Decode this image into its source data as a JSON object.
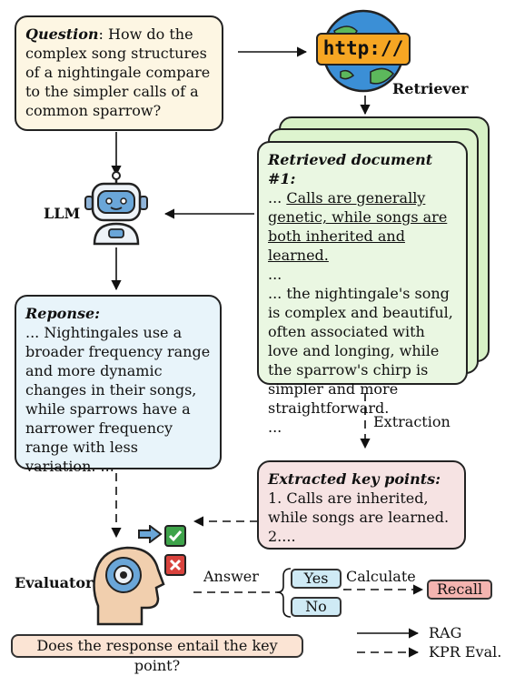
{
  "question": {
    "label": "Question",
    "text": ": How do the complex song structures of a nightingale compare to the simpler calls of a common sparrow?"
  },
  "retriever": {
    "icon_text": "http://",
    "label": "Retriever"
  },
  "retrieved_doc": {
    "heading": "Retrieved document #1:",
    "prefix": "... ",
    "underlined": "Calls are generally genetic, while songs are both inherited and learned.",
    "ellipsis": "...",
    "body": "... the nightingale's song is complex and beautiful, often associated with love and longing, while the sparrow's chirp is simpler and more straightforward.",
    "tail": "..."
  },
  "llm": {
    "label": "LLM"
  },
  "response": {
    "heading": "Reponse:",
    "text": "... Nightingales use a broader frequency range and more dynamic changes in their songs, while sparrows have a narrower frequency range with less variation. ..."
  },
  "extraction": {
    "label": "Extraction"
  },
  "key_points": {
    "heading": "Extracted key points:",
    "text": "1. Calls are inherited, while songs are learned.",
    "tail": "2...."
  },
  "evaluator": {
    "label": "Evaluator",
    "answer_label": "Answer",
    "yes": "Yes",
    "no": "No",
    "calculate_label": "Calculate",
    "recall": "Recall",
    "prompt": "Does the response entail the key point?"
  },
  "legend": {
    "rag": "RAG",
    "kpr": "KPR Eval."
  },
  "colors": {
    "question_bg": "#fdf6e3",
    "doc_bg": "#eaf7e2",
    "response_bg": "#e8f4fa",
    "keypoints_bg": "#f6e3e3",
    "yes_no_bg": "#cfeaf5",
    "recall_bg": "#f4b4b0",
    "prompt_bg": "#fbe4d4",
    "check_green": "#3ea34a",
    "cross_red": "#d9433d"
  }
}
